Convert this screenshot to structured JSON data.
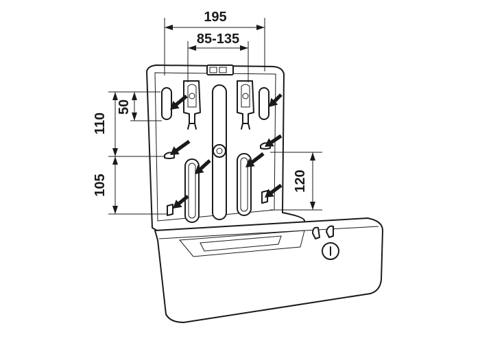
{
  "figure": {
    "subject": "wall-mounted paper towel dispenser, open",
    "arrow_icon": "mounting-point-arrow-icon",
    "line_color": "#1a1a1a",
    "background": "#ffffff"
  },
  "dimensions": {
    "overall_width": "195",
    "hole_spacing": "85-135",
    "upper_height": "110",
    "slot_height": "50",
    "lower_height": "105",
    "right_height": "120"
  }
}
